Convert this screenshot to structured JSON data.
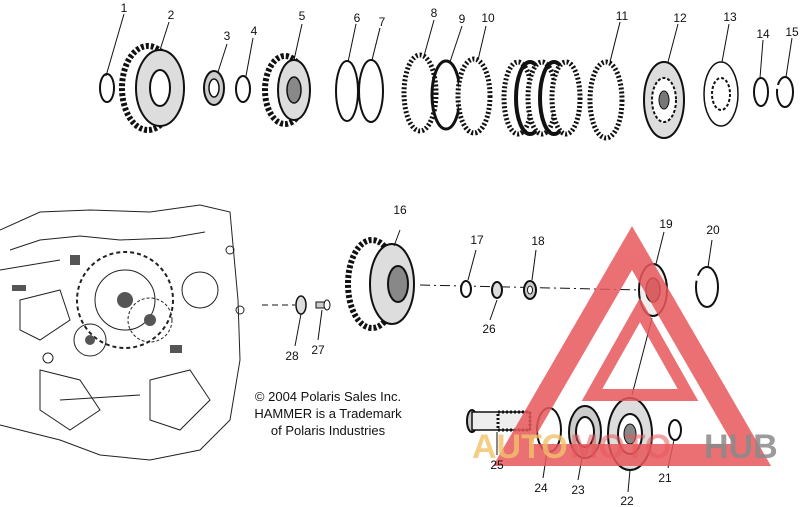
{
  "diagram": {
    "callouts": [
      "1",
      "2",
      "3",
      "4",
      "5",
      "6",
      "7",
      "8",
      "9",
      "10",
      "11",
      "12",
      "13",
      "14",
      "15",
      "16",
      "17",
      "18",
      "19",
      "20",
      "21",
      "22",
      "23",
      "24",
      "25",
      "26",
      "27",
      "28"
    ],
    "copyright_lines": [
      "© 2004 Polaris Sales Inc.",
      "HAMMER is a Trademark",
      "of Polaris Industries"
    ],
    "watermark": {
      "text_auto": "AUTO",
      "text_moto": "MOTO",
      "text_hub": "HUB",
      "color_red": "#e8585c",
      "color_yellow": "#f0c26a",
      "color_gray": "#8a8a8a"
    }
  }
}
